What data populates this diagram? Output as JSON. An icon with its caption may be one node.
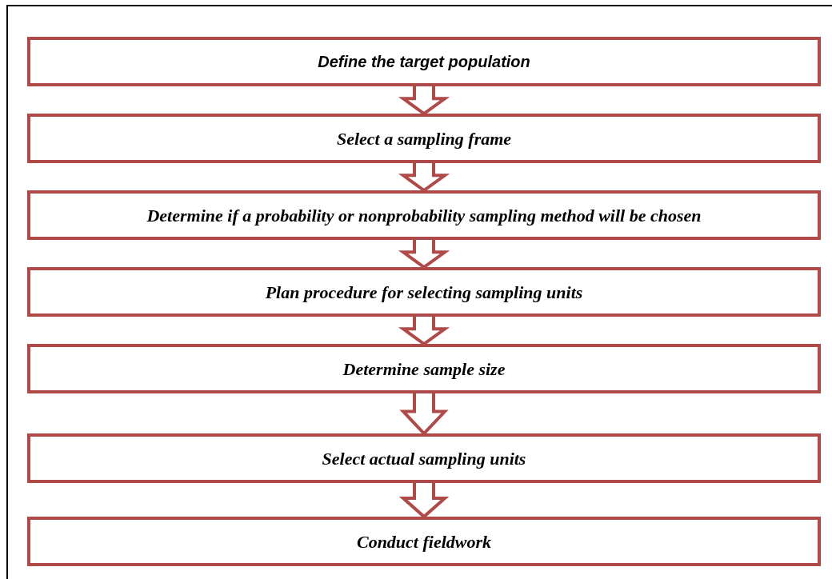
{
  "diagram": {
    "nodes": [
      {
        "text": [
          "Define the target population"
        ]
      },
      {
        "text": [
          "Select a sampling frame"
        ]
      },
      {
        "text": [
          "Determine if a probability or nonprobability sampling method will be chosen"
        ]
      },
      {
        "text": [
          "Plan procedure for selecting sampling units"
        ]
      },
      {
        "text": [
          "Determine sample size"
        ]
      },
      {
        "text": [
          "Select actual sampling units"
        ]
      },
      {
        "text": [
          "Conduct fieldwork"
        ]
      }
    ],
    "edges": [
      {
        "from": 0,
        "to": 1,
        "arrow": "to"
      },
      {
        "from": 1,
        "to": 2,
        "arrow": "to"
      },
      {
        "from": 2,
        "to": 3,
        "arrow": "to"
      },
      {
        "from": 3,
        "to": 4,
        "arrow": "to"
      },
      {
        "from": 4,
        "to": 5,
        "arrow": "to"
      },
      {
        "from": 5,
        "to": 6,
        "arrow": "to"
      }
    ]
  }
}
